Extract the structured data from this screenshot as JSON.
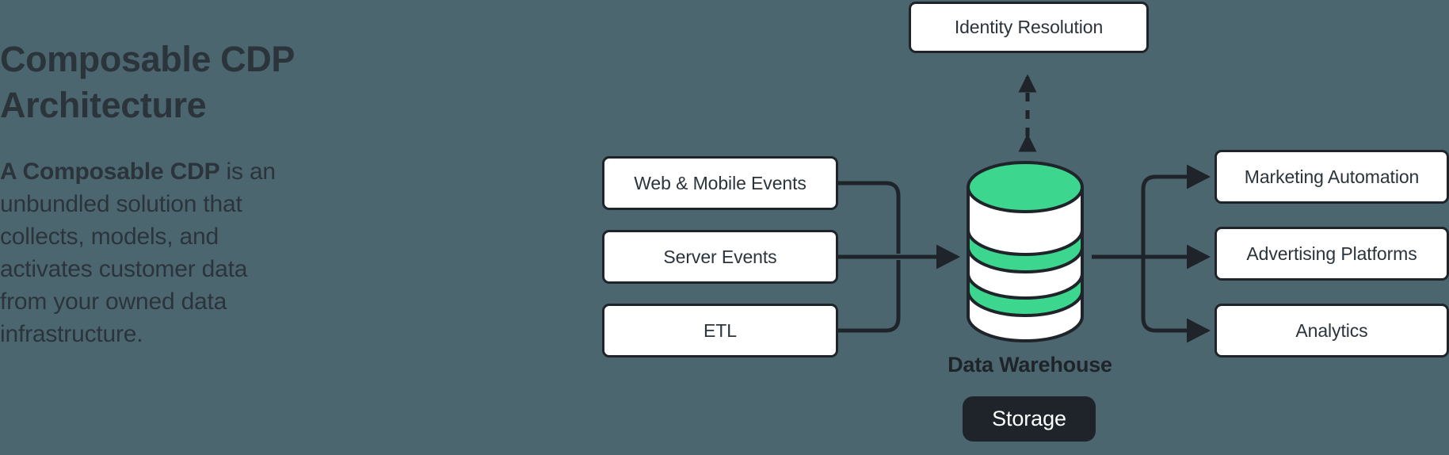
{
  "background_color": "#4c6670",
  "accent_green": "#3cd68e",
  "ink_color": "#1e2429",
  "left": {
    "title": "Composable CDP Architecture",
    "paragraph_lead": "A Composable CDP",
    "paragraph_rest": " is an unbundled solution that collects, models, and activates customer data from your owned data infrastructure."
  },
  "diagram": {
    "sources": [
      {
        "label": "Web & Mobile Events"
      },
      {
        "label": "Server Events"
      },
      {
        "label": "ETL"
      }
    ],
    "identity": {
      "label": "Identity Resolution"
    },
    "warehouse": {
      "label": "Data Warehouse",
      "badge": "Storage"
    },
    "destinations": [
      {
        "label": "Marketing Automation"
      },
      {
        "label": "Advertising Platforms"
      },
      {
        "label": "Analytics"
      }
    ]
  }
}
